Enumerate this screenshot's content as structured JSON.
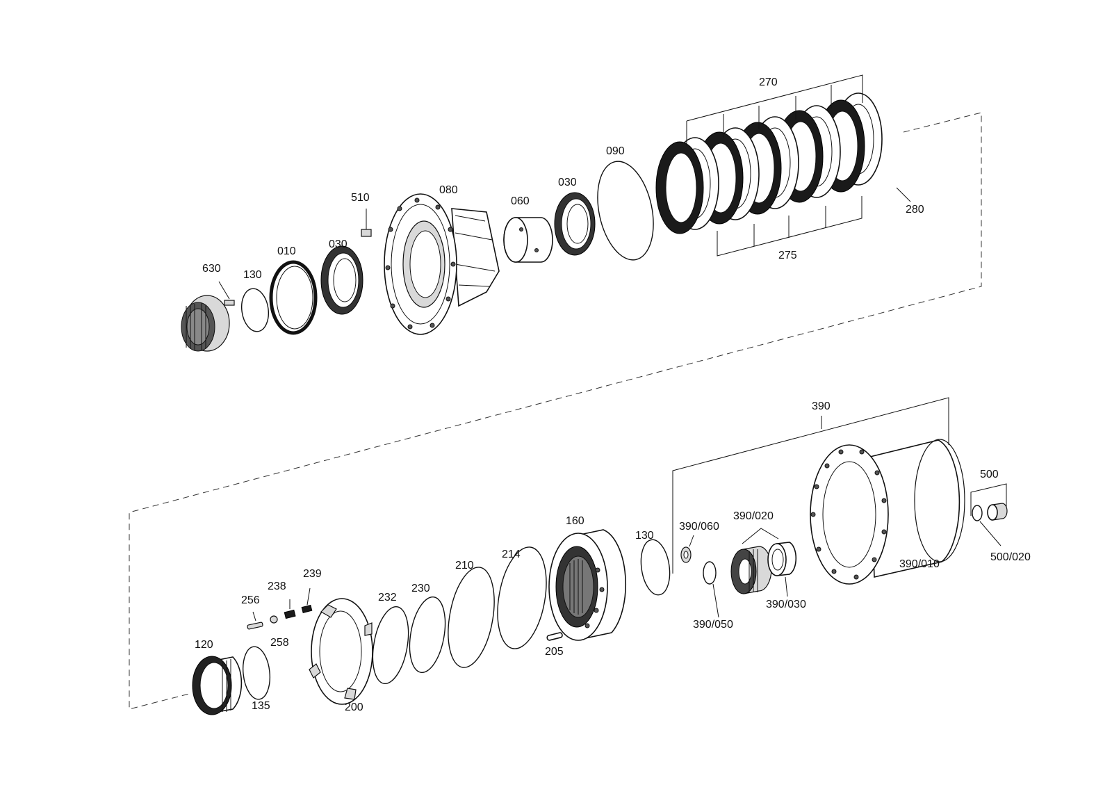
{
  "diagram": {
    "type": "exploded-parts-view",
    "labels": {
      "p270": "270",
      "p280": "280",
      "p275": "275",
      "p090": "090",
      "p030a": "030",
      "p060": "060",
      "p080": "080",
      "p510": "510",
      "p030b": "030",
      "p010": "010",
      "p130a": "130",
      "p630": "630",
      "p390": "390",
      "p500": "500",
      "p500_020": "500/020",
      "p390_010": "390/010",
      "p390_020": "390/020",
      "p390_060": "390/060",
      "p390_050": "390/050",
      "p390_030": "390/030",
      "p130b": "130",
      "p160": "160",
      "p214": "214",
      "p210": "210",
      "p230": "230",
      "p232": "232",
      "p205": "205",
      "p239": "239",
      "p238": "238",
      "p256": "256",
      "p258": "258",
      "p120": "120",
      "p135": "135",
      "p200": "200"
    }
  }
}
